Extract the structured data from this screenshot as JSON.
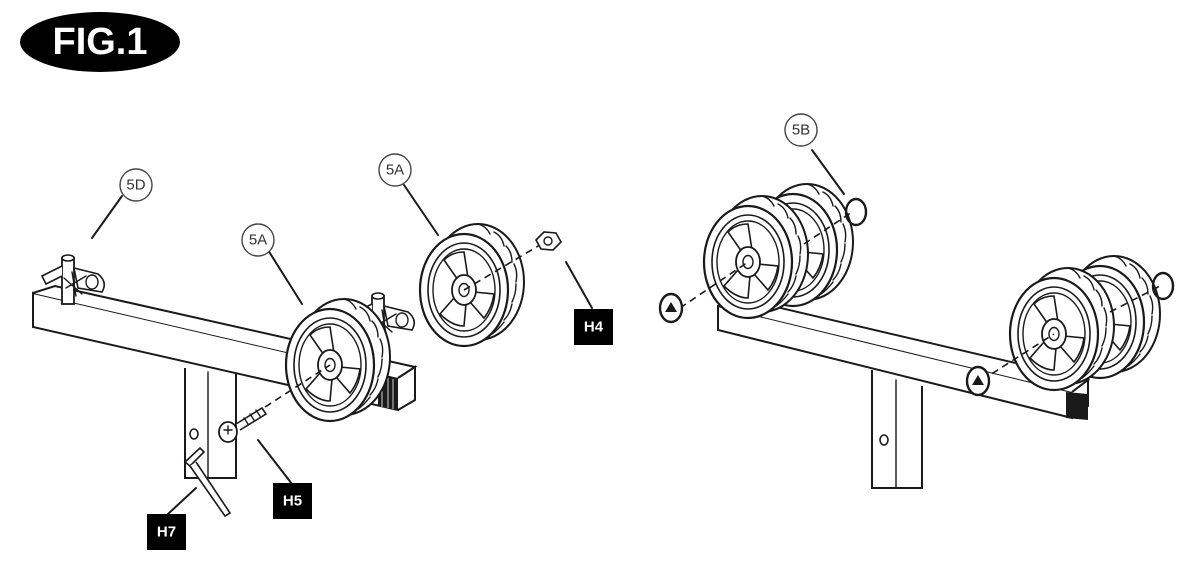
{
  "figure_label": "FIG.1",
  "colors": {
    "ink": "#1a1a1a",
    "paper": "#ffffff",
    "label_fill": "#000000"
  },
  "callouts": {
    "c5d": "5D",
    "c5a_left": "5A",
    "c5a_right": "5A",
    "c5b": "5B"
  },
  "hardware": {
    "h4": "H4",
    "h5": "H5",
    "h7": "H7"
  }
}
